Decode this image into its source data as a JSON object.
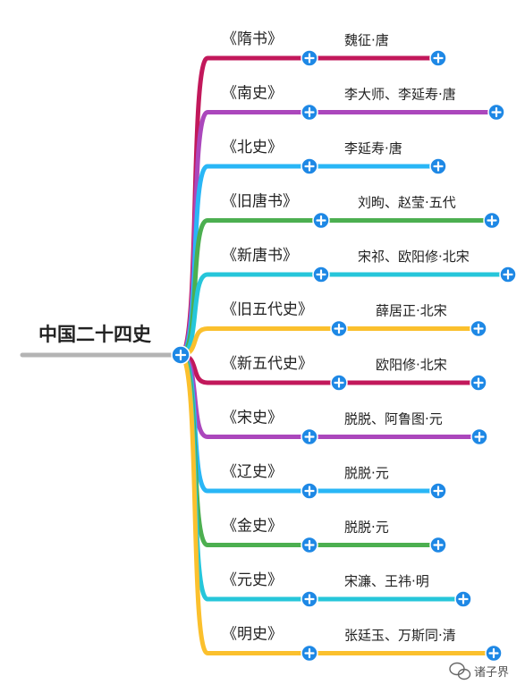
{
  "root": {
    "label": "中国二十四史",
    "line_color": "#b4b4b4",
    "node_color": "#1e88e5"
  },
  "branches": [
    {
      "title": "《隋书》",
      "author": "魏征·唐",
      "color": "#c2185b"
    },
    {
      "title": "《南史》",
      "author": "李大师、李延寿·唐",
      "color": "#ab47bc"
    },
    {
      "title": "《北史》",
      "author": "李延寿·唐",
      "color": "#29b6f6"
    },
    {
      "title": "《旧唐书》",
      "author": "刘昫、赵莹·五代",
      "color": "#4caf50"
    },
    {
      "title": "《新唐书》",
      "author": "宋祁、欧阳修·北宋",
      "color": "#26c6da"
    },
    {
      "title": "《旧五代史》",
      "author": "薛居正·北宋",
      "color": "#fbc02d"
    },
    {
      "title": "《新五代史》",
      "author": "欧阳修·北宋",
      "color": "#c2185b"
    },
    {
      "title": "《宋史》",
      "author": "脱脱、阿鲁图·元",
      "color": "#ab47bc"
    },
    {
      "title": "《辽史》",
      "author": "脱脱·元",
      "color": "#29b6f6"
    },
    {
      "title": "《金史》",
      "author": "脱脱·元",
      "color": "#4caf50"
    },
    {
      "title": "《元史》",
      "author": "宋濂、王祎·明",
      "color": "#26c6da"
    },
    {
      "title": "《明史》",
      "author": "张廷玉、万斯同·清",
      "color": "#fbc02d"
    }
  ],
  "watermark": {
    "label": "诸子界",
    "icon": "wechat-icon"
  }
}
